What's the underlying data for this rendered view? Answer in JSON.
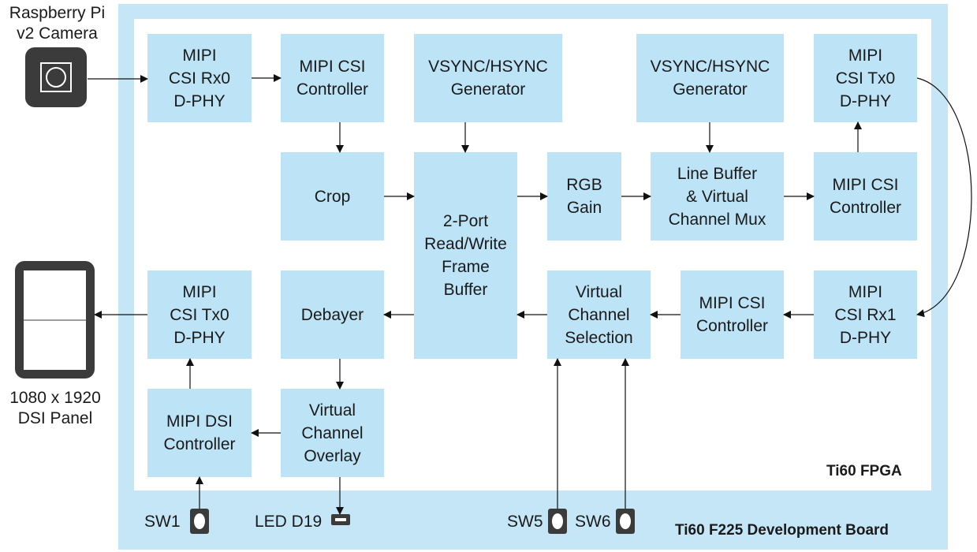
{
  "camera": {
    "label": "Raspberry Pi\nv2 Camera",
    "icon": "camera-icon"
  },
  "panel": {
    "label": "1080 x 1920\nDSI Panel",
    "icon": "display-panel-icon"
  },
  "fpga_label": "Ti60 FPGA",
  "board_label": "Ti60 F225 Development Board",
  "blocks": {
    "csi_rx0_dphy": "MIPI\nCSI Rx0\nD-PHY",
    "csi_controller_in": "MIPI CSI\nController",
    "vsync_gen_1": "VSYNC/HSYNC\nGenerator",
    "vsync_gen_2": "VSYNC/HSYNC\nGenerator",
    "csi_tx0_dphy_top": "MIPI\nCSI Tx0\nD-PHY",
    "crop": "Crop",
    "frame_buffer": "2-Port\nRead/Write\nFrame\nBuffer",
    "rgb_gain": "RGB\nGain",
    "line_buffer_mux": "Line Buffer\n& Virtual\nChannel Mux",
    "csi_controller_tx": "MIPI CSI\nController",
    "csi_tx0_dphy_out": "MIPI\nCSI Tx0\nD-PHY",
    "debayer": "Debayer",
    "vc_selection": "Virtual\nChannel\nSelection",
    "csi_controller_rx1": "MIPI CSI\nController",
    "csi_rx1_dphy": "MIPI\nCSI Rx1\nD-PHY",
    "dsi_controller": "MIPI DSI\nController",
    "vc_overlay": "Virtual\nChannel\nOverlay"
  },
  "io": {
    "sw1": "SW1",
    "led_d19": "LED D19",
    "sw5": "SW5",
    "sw6": "SW6"
  },
  "colors": {
    "board": "#c5e6f7",
    "block": "#bde3f6",
    "device": "#3b3b3b"
  }
}
